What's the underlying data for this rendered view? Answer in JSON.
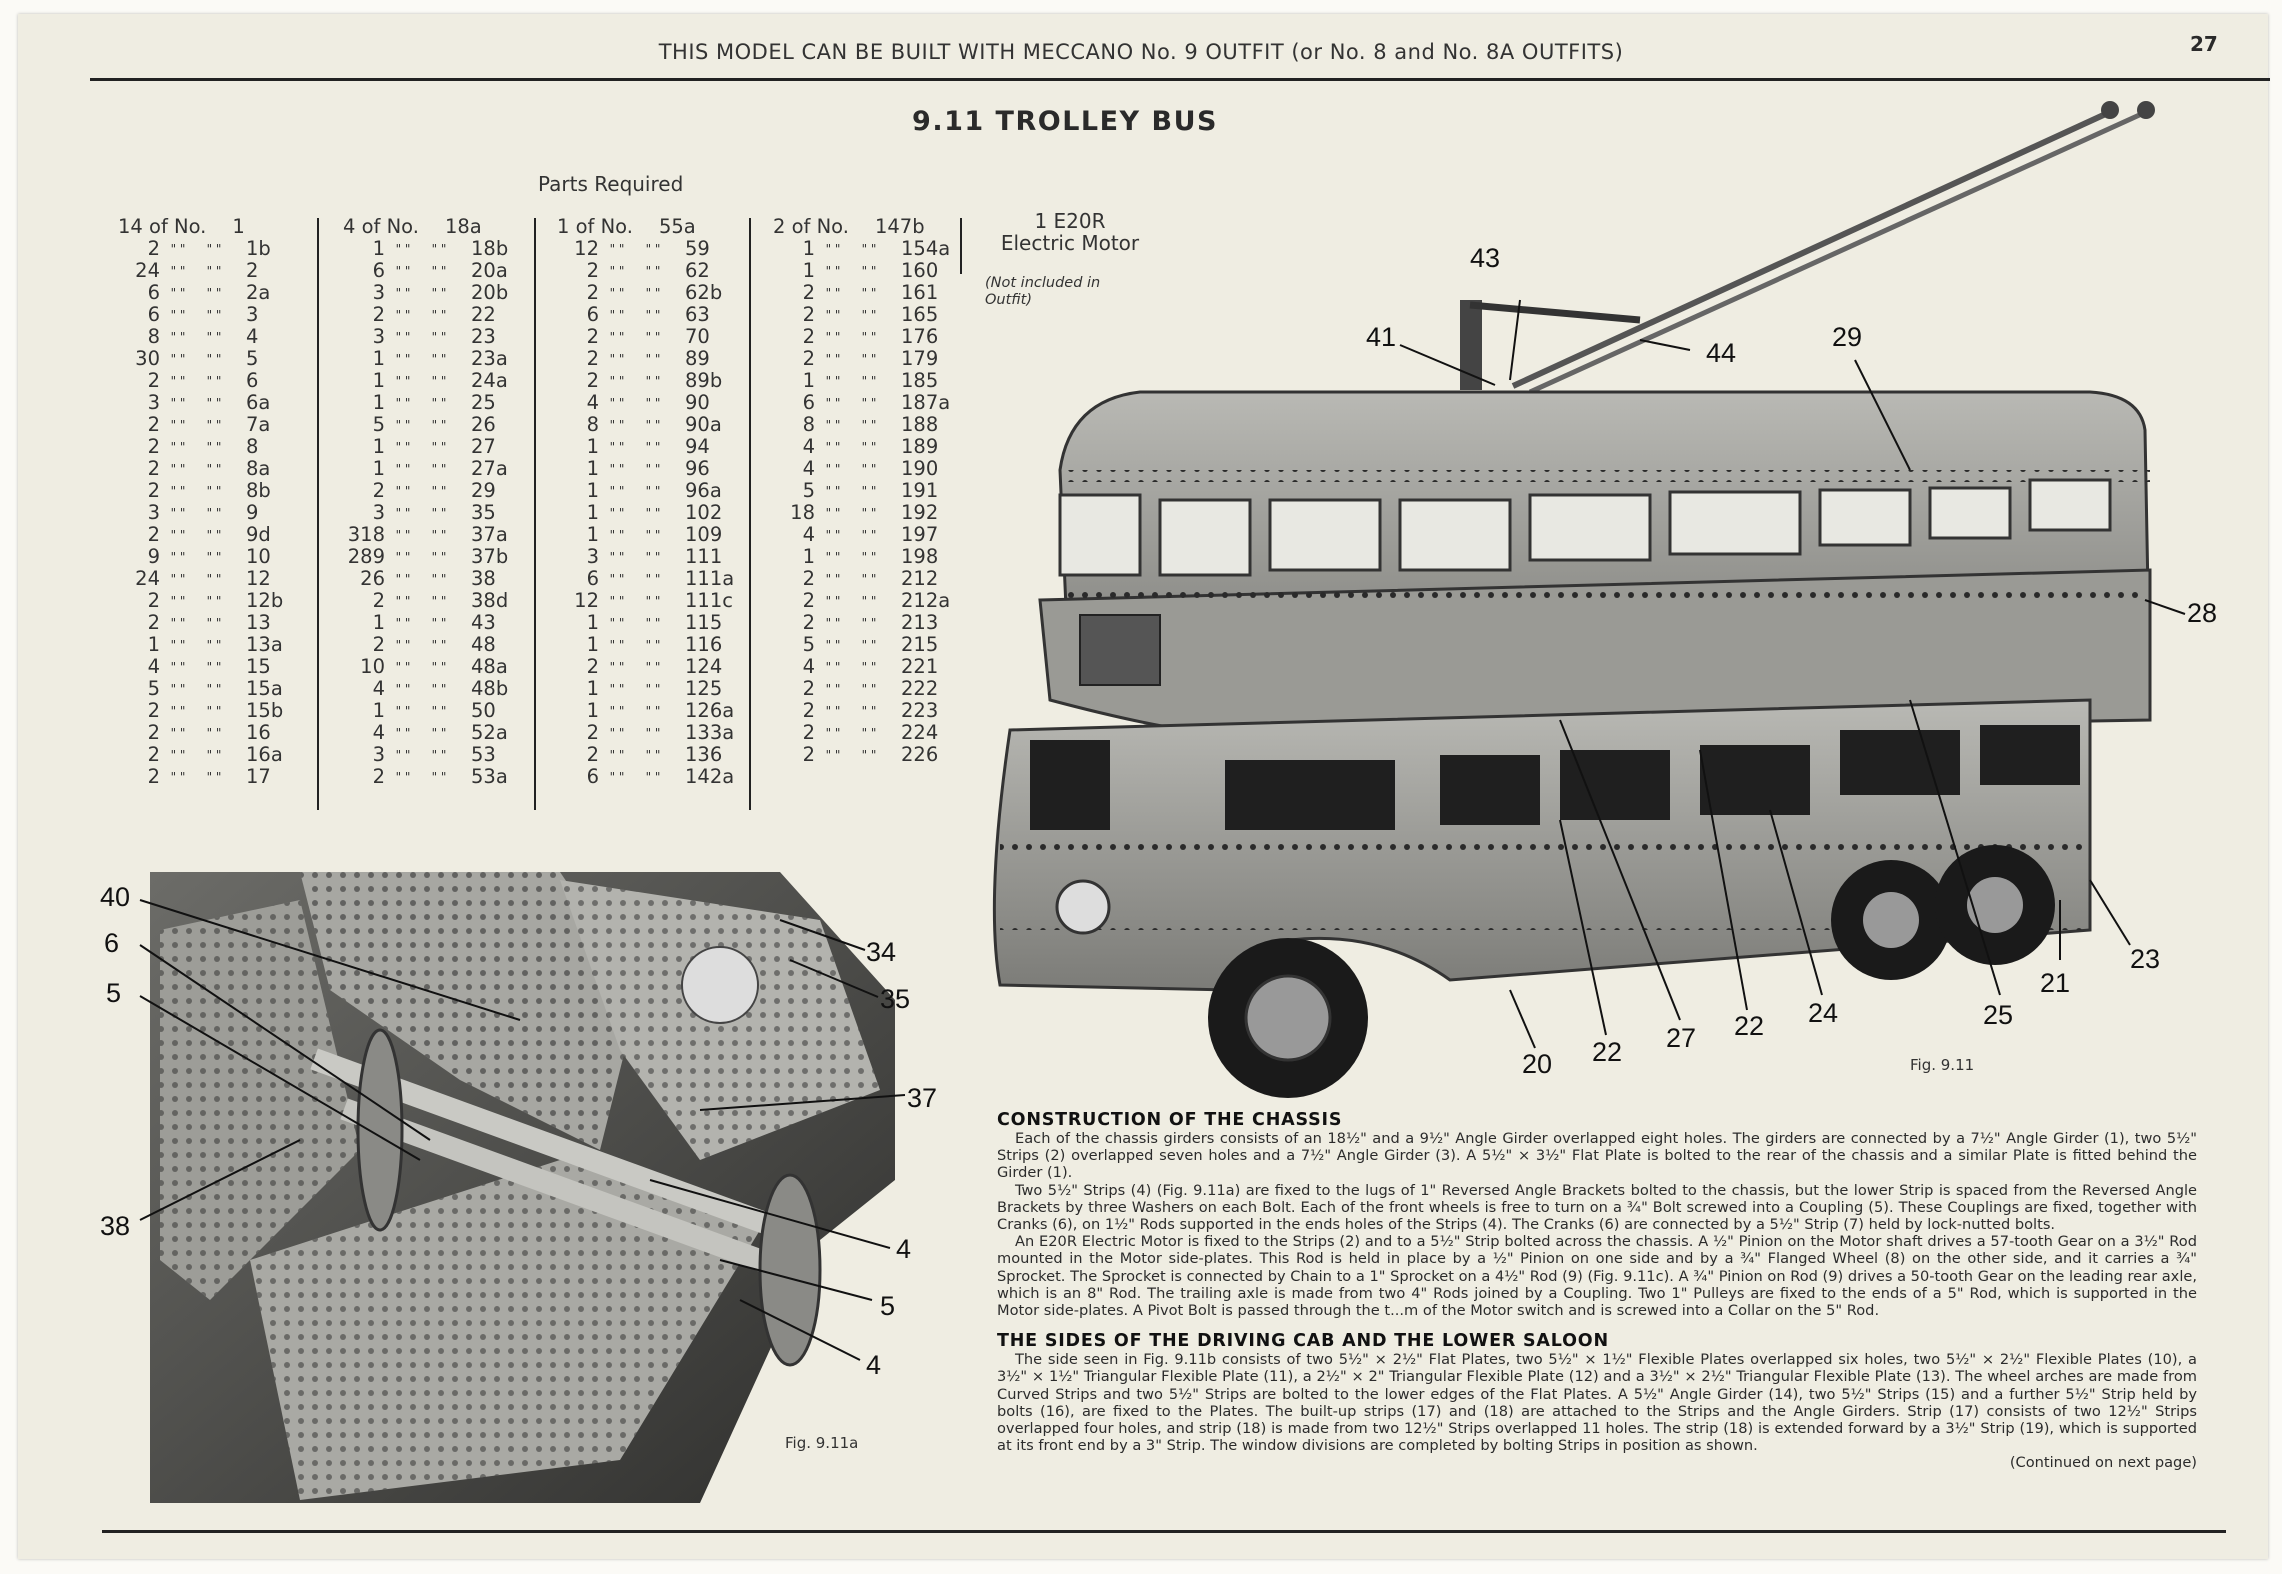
{
  "header": {
    "outfit_line": "THIS MODEL CAN BE BUILT WITH MECCANO No. 9 OUTFIT (or No. 8 and No. 8A OUTFITS)",
    "page_number": "27"
  },
  "model": {
    "title": "9.11  TROLLEY BUS"
  },
  "parts": {
    "heading": "Parts Required",
    "ditto": "\" \"",
    "columns": [
      [
        [
          "14 of No.",
          "1"
        ],
        [
          "2",
          "1b"
        ],
        [
          "24",
          "2"
        ],
        [
          "6",
          "2a"
        ],
        [
          "6",
          "3"
        ],
        [
          "8",
          "4"
        ],
        [
          "30",
          "5"
        ],
        [
          "2",
          "6"
        ],
        [
          "3",
          "6a"
        ],
        [
          "2",
          "7a"
        ],
        [
          "2",
          "8"
        ],
        [
          "2",
          "8a"
        ],
        [
          "2",
          "8b"
        ],
        [
          "3",
          "9"
        ],
        [
          "2",
          "9d"
        ],
        [
          "9",
          "10"
        ],
        [
          "24",
          "12"
        ],
        [
          "2",
          "12b"
        ],
        [
          "2",
          "13"
        ],
        [
          "1",
          "13a"
        ],
        [
          "4",
          "15"
        ],
        [
          "5",
          "15a"
        ],
        [
          "2",
          "15b"
        ],
        [
          "2",
          "16"
        ],
        [
          "2",
          "16a"
        ],
        [
          "2",
          "17"
        ]
      ],
      [
        [
          "4 of No.",
          "18a"
        ],
        [
          "1",
          "18b"
        ],
        [
          "6",
          "20a"
        ],
        [
          "3",
          "20b"
        ],
        [
          "2",
          "22"
        ],
        [
          "3",
          "23"
        ],
        [
          "1",
          "23a"
        ],
        [
          "1",
          "24a"
        ],
        [
          "1",
          "25"
        ],
        [
          "5",
          "26"
        ],
        [
          "1",
          "27"
        ],
        [
          "1",
          "27a"
        ],
        [
          "2",
          "29"
        ],
        [
          "3",
          "35"
        ],
        [
          "318",
          "37a"
        ],
        [
          "289",
          "37b"
        ],
        [
          "26",
          "38"
        ],
        [
          "2",
          "38d"
        ],
        [
          "1",
          "43"
        ],
        [
          "2",
          "48"
        ],
        [
          "10",
          "48a"
        ],
        [
          "4",
          "48b"
        ],
        [
          "1",
          "50"
        ],
        [
          "4",
          "52a"
        ],
        [
          "3",
          "53"
        ],
        [
          "2",
          "53a"
        ]
      ],
      [
        [
          "1 of No.",
          "55a"
        ],
        [
          "12",
          "59"
        ],
        [
          "2",
          "62"
        ],
        [
          "2",
          "62b"
        ],
        [
          "6",
          "63"
        ],
        [
          "2",
          "70"
        ],
        [
          "2",
          "89"
        ],
        [
          "2",
          "89b"
        ],
        [
          "4",
          "90"
        ],
        [
          "8",
          "90a"
        ],
        [
          "1",
          "94"
        ],
        [
          "1",
          "96"
        ],
        [
          "1",
          "96a"
        ],
        [
          "1",
          "102"
        ],
        [
          "1",
          "109"
        ],
        [
          "3",
          "111"
        ],
        [
          "6",
          "111a"
        ],
        [
          "12",
          "111c"
        ],
        [
          "1",
          "115"
        ],
        [
          "1",
          "116"
        ],
        [
          "2",
          "124"
        ],
        [
          "1",
          "125"
        ],
        [
          "1",
          "126a"
        ],
        [
          "2",
          "133a"
        ],
        [
          "2",
          "136"
        ],
        [
          "6",
          "142a"
        ]
      ],
      [
        [
          "2 of No.",
          "147b"
        ],
        [
          "1",
          "154a"
        ],
        [
          "1",
          "160"
        ],
        [
          "2",
          "161"
        ],
        [
          "2",
          "165"
        ],
        [
          "2",
          "176"
        ],
        [
          "2",
          "179"
        ],
        [
          "1",
          "185"
        ],
        [
          "6",
          "187a"
        ],
        [
          "8",
          "188"
        ],
        [
          "4",
          "189"
        ],
        [
          "4",
          "190"
        ],
        [
          "5",
          "191"
        ],
        [
          "18",
          "192"
        ],
        [
          "4",
          "197"
        ],
        [
          "1",
          "198"
        ],
        [
          "2",
          "212"
        ],
        [
          "2",
          "212a"
        ],
        [
          "2",
          "213"
        ],
        [
          "5",
          "215"
        ],
        [
          "4",
          "221"
        ],
        [
          "2",
          "222"
        ],
        [
          "2",
          "223"
        ],
        [
          "2",
          "224"
        ],
        [
          "2",
          "226"
        ]
      ]
    ],
    "motor": {
      "line1": "1 E20R",
      "line2": "Electric Motor",
      "note": "(Not included in Outfit)"
    }
  },
  "figures": {
    "bus": {
      "caption": "Fig. 9.11",
      "callouts": [
        "43",
        "41",
        "44",
        "29",
        "28",
        "23",
        "21",
        "25",
        "24",
        "22",
        "27",
        "22",
        "20"
      ]
    },
    "chassis": {
      "caption": "Fig. 9.11a",
      "callouts": [
        "40",
        "6",
        "5",
        "34",
        "35",
        "37",
        "38",
        "4",
        "5",
        "4"
      ]
    }
  },
  "sections": [
    {
      "heading": "CONSTRUCTION OF THE CHASSIS",
      "paragraphs": [
        "Each of the chassis girders consists of an 18½\" and a 9½\" Angle Girder overlapped eight holes. The girders are connected by a 7½\" Angle Girder (1), two 5½\" Strips (2) overlapped seven holes and a 7½\" Angle Girder (3). A 5½\" × 3½\" Flat Plate is bolted to the rear of the chassis and a similar Plate is fitted behind the Girder (1).",
        "Two 5½\" Strips (4) (Fig. 9.11a) are fixed to the lugs of 1\" Reversed Angle Brackets bolted to the chassis, but the lower Strip is spaced from the Reversed Angle Brackets by three Washers on each Bolt. Each of the front wheels is free to turn on a ¾\" Bolt screwed into a Coupling (5). These Couplings are fixed, together with Cranks (6), on 1½\" Rods supported in the ends holes of the Strips (4). The Cranks (6) are connected by a 5½\" Strip (7) held by lock-nutted bolts.",
        "An E20R Electric Motor is fixed to the Strips (2) and to a 5½\" Strip bolted across the chassis. A ½\" Pinion on the Motor shaft drives a 57-tooth Gear on a 3½\" Rod mounted in the Motor side-plates. This Rod is held in place by a ½\" Pinion on one side and by a ¾\" Flanged Wheel (8) on the other side, and it carries a ¾\" Sprocket. The Sprocket is connected by Chain to a 1\" Sprocket on a 4½\" Rod (9) (Fig. 9.11c). A ¾\" Pinion on Rod (9) drives a 50-tooth Gear on the leading rear axle, which is an 8\" Rod. The trailing axle is made from two 4\" Rods joined by a Coupling. Two 1\" Pulleys are fixed to the ends of a 5\" Rod, which is supported in the Motor side-plates. A Pivot Bolt is passed through the t...m of the Motor switch and is screwed into a Collar on the 5\" Rod."
      ]
    },
    {
      "heading": "THE SIDES OF THE DRIVING CAB AND THE LOWER SALOON",
      "paragraphs": [
        "The side seen in Fig. 9.11b consists of two 5½\" × 2½\" Flat Plates, two 5½\" × 1½\" Flexible Plates overlapped six holes, two 5½\" × 2½\" Flexible Plates (10), a 3½\" × 1½\" Triangular Flexible Plate (11), a 2½\" × 2\" Triangular Flexible Plate (12) and a 3½\" × 2½\" Triangular Flexible Plate (13). The wheel arches are made from Curved Strips and two 5½\" Strips are bolted to the lower edges of the Flat Plates. A 5½\" Angle Girder (14), two 5½\" Strips (15) and a further 5½\" Strip held by bolts (16), are fixed to the Plates. The built-up strips (17) and (18) are attached to the Strips and the Angle Girders. Strip (17) consists of two 12½\" Strips overlapped four holes, and strip (18) is made from two 12½\" Strips overlapped 11 holes. The strip (18) is extended forward by a 3½\" Strip (19), which is supported at its front end by a 3\" Strip. The window divisions are completed by bolting Strips in position as shown."
      ],
      "continued": "(Continued on next page)"
    }
  ]
}
